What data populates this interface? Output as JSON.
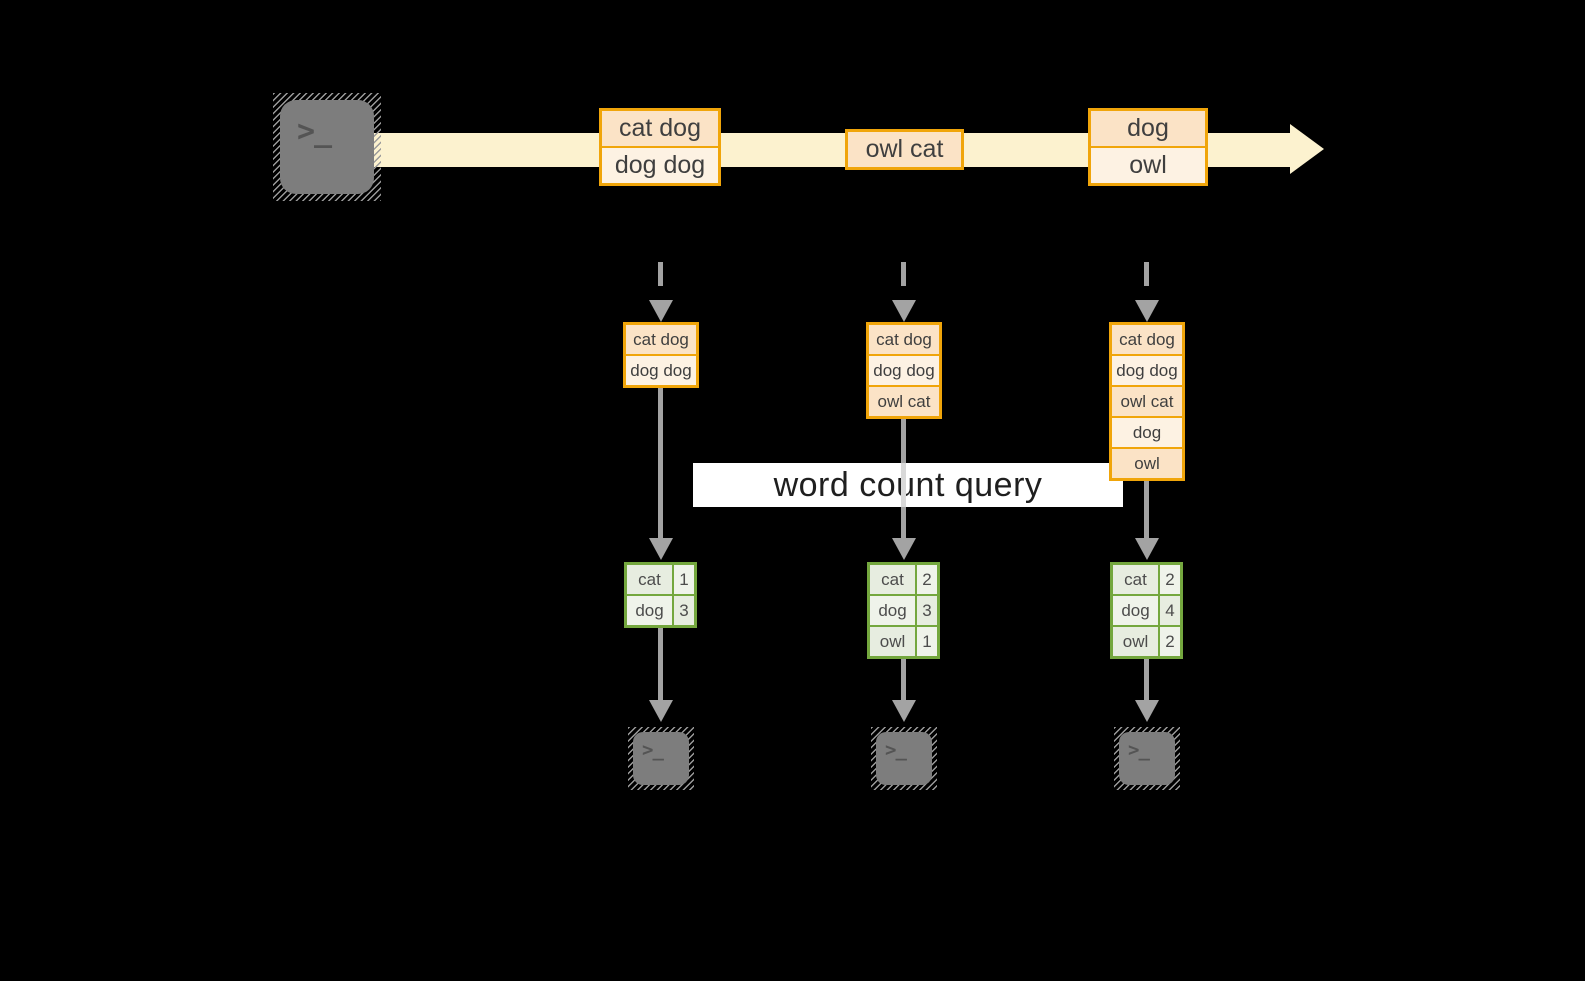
{
  "colors": {
    "background": "#000000",
    "stream_band": "#fcf2cf",
    "event_border": "#f0a50a",
    "event_fill_peach": "#fbe3c6",
    "event_fill_cream": "#fdf2e3",
    "table_border": "#74a73e",
    "table_fill_dark": "#e7ede0",
    "table_fill_light": "#eff3ea",
    "arrow_gray": "#a3a3a3",
    "query_bg": "#ffffff",
    "query_text": "#1f1f1f"
  },
  "source_terminal": {
    "icon": "terminal-icon",
    "glyph": ">_"
  },
  "stream_events": [
    {
      "lines": [
        "cat dog",
        "dog dog"
      ]
    },
    {
      "lines": [
        "owl cat"
      ]
    },
    {
      "lines": [
        "dog",
        "owl"
      ]
    }
  ],
  "query": {
    "label": "word count query"
  },
  "columns": [
    {
      "state_lines": [
        "cat dog",
        "dog dog"
      ],
      "counts": [
        {
          "word": "cat",
          "count": "1"
        },
        {
          "word": "dog",
          "count": "3"
        }
      ],
      "sink": {
        "icon": "terminal-icon",
        "glyph": ">_"
      }
    },
    {
      "state_lines": [
        "cat dog",
        "dog dog",
        "owl cat"
      ],
      "counts": [
        {
          "word": "cat",
          "count": "2"
        },
        {
          "word": "dog",
          "count": "3"
        },
        {
          "word": "owl",
          "count": "1"
        }
      ],
      "sink": {
        "icon": "terminal-icon",
        "glyph": ">_"
      }
    },
    {
      "state_lines": [
        "cat dog",
        "dog dog",
        "owl cat",
        "dog",
        "owl"
      ],
      "counts": [
        {
          "word": "cat",
          "count": "2"
        },
        {
          "word": "dog",
          "count": "4"
        },
        {
          "word": "owl",
          "count": "2"
        }
      ],
      "sink": {
        "icon": "terminal-icon",
        "glyph": ">_"
      }
    }
  ]
}
